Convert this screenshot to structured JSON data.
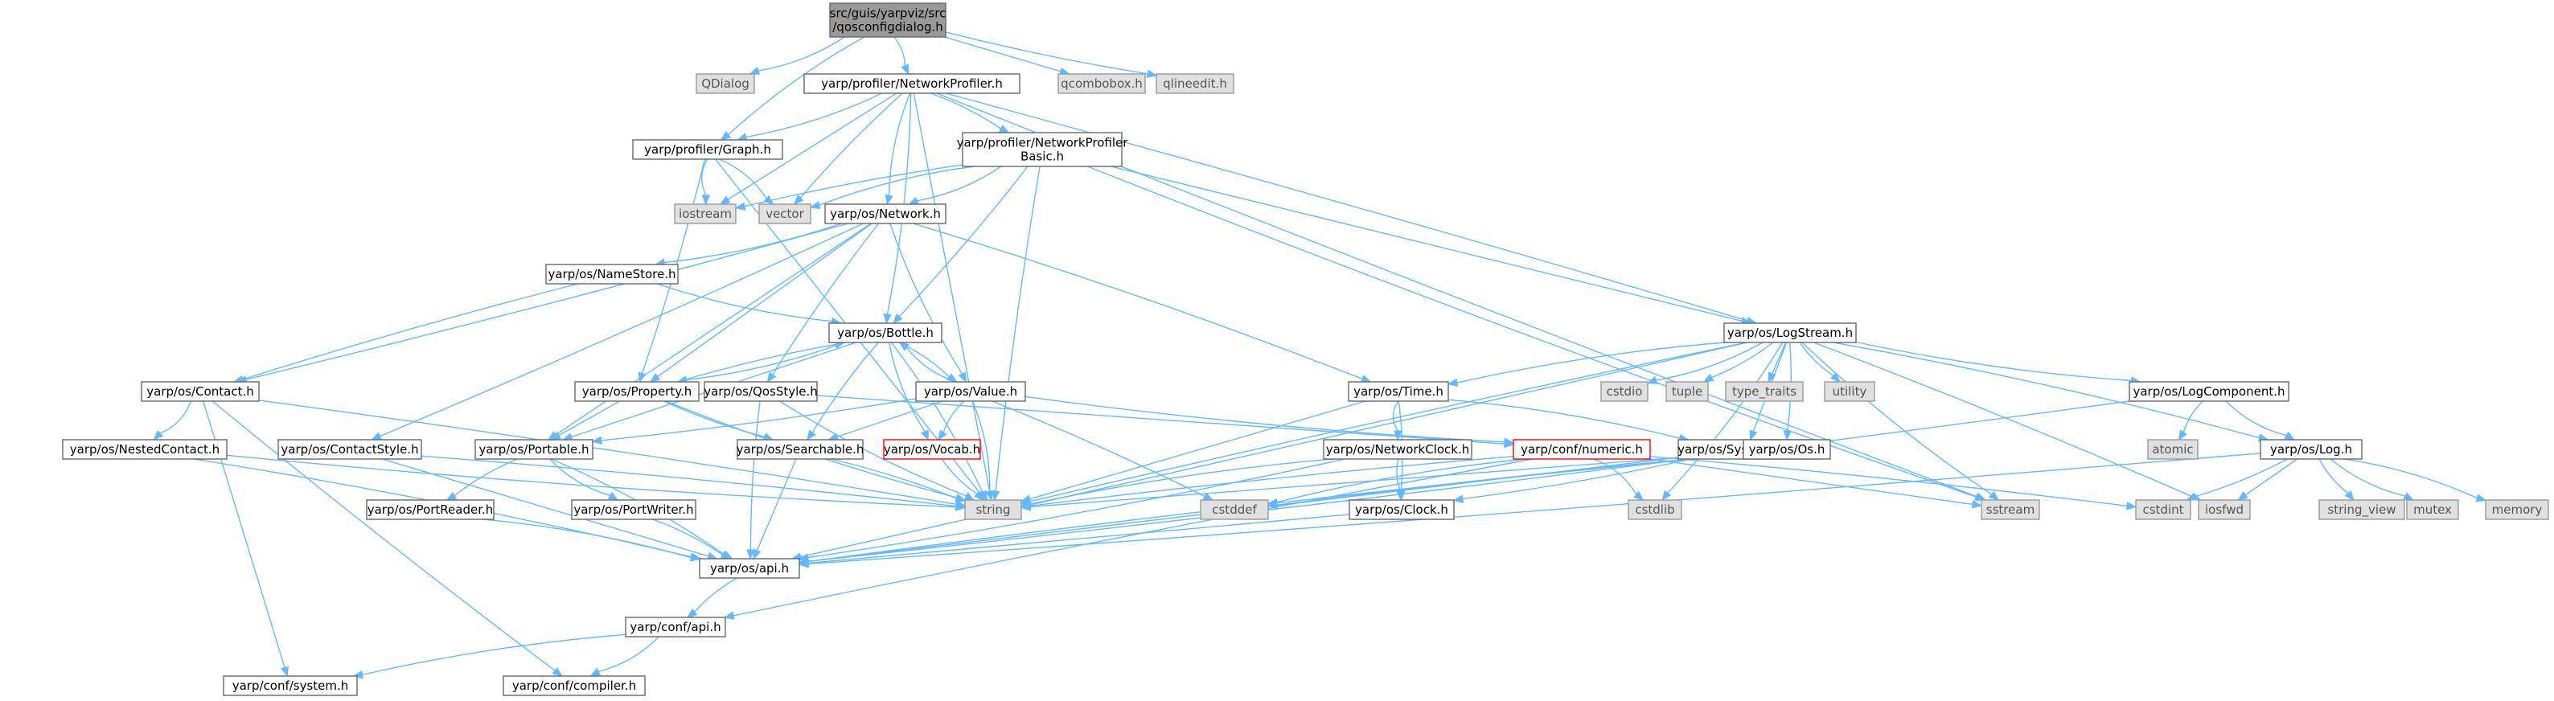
{
  "graph_title": "",
  "nodes": [
    {
      "id": "root",
      "lines": [
        "src/guis/yarpviz/src",
        "/qosconfigdialog.h"
      ],
      "kind": "root"
    },
    {
      "id": "qdialog",
      "lines": [
        "QDialog"
      ],
      "kind": "system"
    },
    {
      "id": "netprof",
      "lines": [
        "yarp/profiler/NetworkProfiler.h"
      ],
      "kind": "normal"
    },
    {
      "id": "qcombobox",
      "lines": [
        "qcombobox.h"
      ],
      "kind": "system"
    },
    {
      "id": "qlineedit",
      "lines": [
        "qlineedit.h"
      ],
      "kind": "system"
    },
    {
      "id": "graph",
      "lines": [
        "yarp/profiler/Graph.h"
      ],
      "kind": "normal"
    },
    {
      "id": "netprofbasic",
      "lines": [
        "yarp/profiler/NetworkProfiler",
        "Basic.h"
      ],
      "kind": "normal"
    },
    {
      "id": "iostream",
      "lines": [
        "iostream"
      ],
      "kind": "system"
    },
    {
      "id": "vector",
      "lines": [
        "vector"
      ],
      "kind": "system"
    },
    {
      "id": "network",
      "lines": [
        "yarp/os/Network.h"
      ],
      "kind": "normal"
    },
    {
      "id": "namestore",
      "lines": [
        "yarp/os/NameStore.h"
      ],
      "kind": "normal"
    },
    {
      "id": "bottle",
      "lines": [
        "yarp/os/Bottle.h"
      ],
      "kind": "normal"
    },
    {
      "id": "logstream",
      "lines": [
        "yarp/os/LogStream.h"
      ],
      "kind": "normal"
    },
    {
      "id": "contact",
      "lines": [
        "yarp/os/Contact.h"
      ],
      "kind": "normal"
    },
    {
      "id": "property",
      "lines": [
        "yarp/os/Property.h"
      ],
      "kind": "normal"
    },
    {
      "id": "qosstyle",
      "lines": [
        "yarp/os/QosStyle.h"
      ],
      "kind": "normal"
    },
    {
      "id": "value",
      "lines": [
        "yarp/os/Value.h"
      ],
      "kind": "normal"
    },
    {
      "id": "time",
      "lines": [
        "yarp/os/Time.h"
      ],
      "kind": "normal"
    },
    {
      "id": "cstdio",
      "lines": [
        "cstdio"
      ],
      "kind": "system"
    },
    {
      "id": "tuple",
      "lines": [
        "tuple"
      ],
      "kind": "system"
    },
    {
      "id": "type_traits",
      "lines": [
        "type_traits"
      ],
      "kind": "system"
    },
    {
      "id": "utility",
      "lines": [
        "utility"
      ],
      "kind": "system"
    },
    {
      "id": "logcomponent",
      "lines": [
        "yarp/os/LogComponent.h"
      ],
      "kind": "normal"
    },
    {
      "id": "atomic",
      "lines": [
        "atomic"
      ],
      "kind": "system"
    },
    {
      "id": "nestedcontact",
      "lines": [
        "yarp/os/NestedContact.h"
      ],
      "kind": "normal"
    },
    {
      "id": "contactstyle",
      "lines": [
        "yarp/os/ContactStyle.h"
      ],
      "kind": "normal"
    },
    {
      "id": "portable",
      "lines": [
        "yarp/os/Portable.h"
      ],
      "kind": "normal"
    },
    {
      "id": "searchable",
      "lines": [
        "yarp/os/Searchable.h"
      ],
      "kind": "normal"
    },
    {
      "id": "vocab",
      "lines": [
        "yarp/os/Vocab.h"
      ],
      "kind": "missing"
    },
    {
      "id": "netclock",
      "lines": [
        "yarp/os/NetworkClock.h"
      ],
      "kind": "normal"
    },
    {
      "id": "numeric",
      "lines": [
        "yarp/conf/numeric.h"
      ],
      "kind": "missing"
    },
    {
      "id": "sysclock",
      "lines": [
        "yarp/os/SystemClock.h"
      ],
      "kind": "normal"
    },
    {
      "id": "os",
      "lines": [
        "yarp/os/Os.h"
      ],
      "kind": "normal"
    },
    {
      "id": "log",
      "lines": [
        "yarp/os/Log.h"
      ],
      "kind": "normal"
    },
    {
      "id": "string",
      "lines": [
        "string"
      ],
      "kind": "system"
    },
    {
      "id": "cstddef",
      "lines": [
        "cstddef"
      ],
      "kind": "system"
    },
    {
      "id": "cstdlib",
      "lines": [
        "cstdlib"
      ],
      "kind": "system"
    },
    {
      "id": "sstream",
      "lines": [
        "sstream"
      ],
      "kind": "system"
    },
    {
      "id": "cstdint",
      "lines": [
        "cstdint"
      ],
      "kind": "system"
    },
    {
      "id": "iosfwd",
      "lines": [
        "iosfwd"
      ],
      "kind": "system"
    },
    {
      "id": "string_view",
      "lines": [
        "string_view"
      ],
      "kind": "system"
    },
    {
      "id": "mutex",
      "lines": [
        "mutex"
      ],
      "kind": "system"
    },
    {
      "id": "memory",
      "lines": [
        "memory"
      ],
      "kind": "system"
    },
    {
      "id": "portreader",
      "lines": [
        "yarp/os/PortReader.h"
      ],
      "kind": "normal"
    },
    {
      "id": "portwriter",
      "lines": [
        "yarp/os/PortWriter.h"
      ],
      "kind": "normal"
    },
    {
      "id": "clock",
      "lines": [
        "yarp/os/Clock.h"
      ],
      "kind": "normal"
    },
    {
      "id": "api",
      "lines": [
        "yarp/os/api.h"
      ],
      "kind": "normal"
    },
    {
      "id": "confapi",
      "lines": [
        "yarp/conf/api.h"
      ],
      "kind": "normal"
    },
    {
      "id": "system",
      "lines": [
        "yarp/conf/system.h"
      ],
      "kind": "normal"
    },
    {
      "id": "compiler",
      "lines": [
        "yarp/conf/compiler.h"
      ],
      "kind": "normal"
    }
  ],
  "edges": [
    [
      "root",
      "qdialog"
    ],
    [
      "root",
      "netprof"
    ],
    [
      "root",
      "qcombobox"
    ],
    [
      "root",
      "qlineedit"
    ],
    [
      "root",
      "graph"
    ],
    [
      "netprof",
      "graph"
    ],
    [
      "netprof",
      "netprofbasic"
    ],
    [
      "netprof",
      "iostream"
    ],
    [
      "netprof",
      "vector"
    ],
    [
      "netprof",
      "network"
    ],
    [
      "netprof",
      "bottle"
    ],
    [
      "netprof",
      "logstream"
    ],
    [
      "netprof",
      "string"
    ],
    [
      "netprof",
      "sstream"
    ],
    [
      "graph",
      "iostream"
    ],
    [
      "graph",
      "vector"
    ],
    [
      "graph",
      "property"
    ],
    [
      "graph",
      "string"
    ],
    [
      "netprofbasic",
      "iostream"
    ],
    [
      "netprofbasic",
      "vector"
    ],
    [
      "netprofbasic",
      "network"
    ],
    [
      "netprofbasic",
      "bottle"
    ],
    [
      "netprofbasic",
      "logstream"
    ],
    [
      "netprofbasic",
      "string"
    ],
    [
      "netprofbasic",
      "sstream"
    ],
    [
      "network",
      "namestore"
    ],
    [
      "network",
      "contact"
    ],
    [
      "network",
      "property"
    ],
    [
      "network",
      "qosstyle"
    ],
    [
      "network",
      "value"
    ],
    [
      "network",
      "time"
    ],
    [
      "network",
      "contactstyle"
    ],
    [
      "network",
      "portable"
    ],
    [
      "namestore",
      "contact"
    ],
    [
      "namestore",
      "bottle"
    ],
    [
      "bottle",
      "property"
    ],
    [
      "bottle",
      "value"
    ],
    [
      "bottle",
      "portable"
    ],
    [
      "bottle",
      "searchable"
    ],
    [
      "bottle",
      "vocab"
    ],
    [
      "bottle",
      "string"
    ],
    [
      "property",
      "bottle"
    ],
    [
      "property",
      "portable"
    ],
    [
      "property",
      "searchable"
    ],
    [
      "property",
      "string"
    ],
    [
      "value",
      "bottle"
    ],
    [
      "value",
      "portable"
    ],
    [
      "value",
      "searchable"
    ],
    [
      "value",
      "vocab"
    ],
    [
      "value",
      "numeric"
    ],
    [
      "value",
      "string"
    ],
    [
      "value",
      "cstddef"
    ],
    [
      "qosstyle",
      "numeric"
    ],
    [
      "qosstyle",
      "api"
    ],
    [
      "qosstyle",
      "string"
    ],
    [
      "contact",
      "nestedcontact"
    ],
    [
      "contact",
      "string"
    ],
    [
      "contact",
      "system"
    ],
    [
      "contact",
      "compiler"
    ],
    [
      "nestedcontact",
      "string"
    ],
    [
      "nestedcontact",
      "api"
    ],
    [
      "contactstyle",
      "string"
    ],
    [
      "contactstyle",
      "api"
    ],
    [
      "portable",
      "portreader"
    ],
    [
      "portable",
      "portwriter"
    ],
    [
      "portable",
      "api"
    ],
    [
      "searchable",
      "string"
    ],
    [
      "searchable",
      "api"
    ],
    [
      "vocab",
      "string"
    ],
    [
      "time",
      "netclock"
    ],
    [
      "time",
      "sysclock"
    ],
    [
      "time",
      "clock"
    ],
    [
      "time",
      "string"
    ],
    [
      "netclock",
      "clock"
    ],
    [
      "netclock",
      "string"
    ],
    [
      "netclock",
      "api"
    ],
    [
      "sysclock",
      "clock"
    ],
    [
      "sysclock",
      "api"
    ],
    [
      "numeric",
      "confapi"
    ],
    [
      "numeric",
      "cstddef"
    ],
    [
      "numeric",
      "cstdlib"
    ],
    [
      "numeric",
      "cstdint"
    ],
    [
      "numeric",
      "sstream"
    ],
    [
      "numeric",
      "string"
    ],
    [
      "logstream",
      "time"
    ],
    [
      "logstream",
      "cstdio"
    ],
    [
      "logstream",
      "tuple"
    ],
    [
      "logstream",
      "type_traits"
    ],
    [
      "logstream",
      "utility"
    ],
    [
      "logstream",
      "logcomponent"
    ],
    [
      "logstream",
      "log"
    ],
    [
      "logstream",
      "os"
    ],
    [
      "logstream",
      "sysclock"
    ],
    [
      "logstream",
      "string"
    ],
    [
      "logstream",
      "sstream"
    ],
    [
      "logstream",
      "cstdlib"
    ],
    [
      "logstream",
      "iosfwd"
    ],
    [
      "logstream",
      "api"
    ],
    [
      "logcomponent",
      "atomic"
    ],
    [
      "logcomponent",
      "log"
    ],
    [
      "logcomponent",
      "api"
    ],
    [
      "log",
      "cstdint"
    ],
    [
      "log",
      "iosfwd"
    ],
    [
      "log",
      "string_view"
    ],
    [
      "log",
      "mutex"
    ],
    [
      "log",
      "memory"
    ],
    [
      "log",
      "api"
    ],
    [
      "os",
      "string"
    ],
    [
      "os",
      "cstddef"
    ],
    [
      "os",
      "api"
    ],
    [
      "portreader",
      "api"
    ],
    [
      "portwriter",
      "api"
    ],
    [
      "clock",
      "api"
    ],
    [
      "api",
      "confapi"
    ],
    [
      "confapi",
      "system"
    ],
    [
      "confapi",
      "compiler"
    ]
  ]
}
